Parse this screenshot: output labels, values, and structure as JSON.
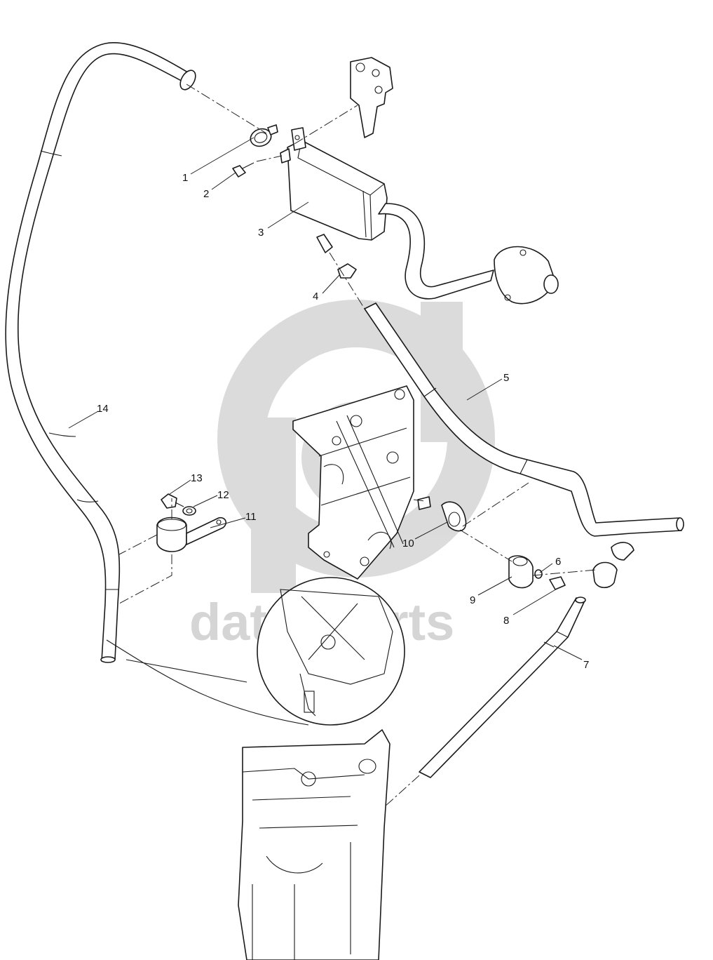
{
  "callouts": [
    "1",
    "2",
    "3",
    "4",
    "5",
    "6",
    "7",
    "8",
    "9",
    "10",
    "11",
    "12",
    "13",
    "14"
  ],
  "watermark": {
    "text": "datta parts",
    "color": "#c8c8c8"
  }
}
